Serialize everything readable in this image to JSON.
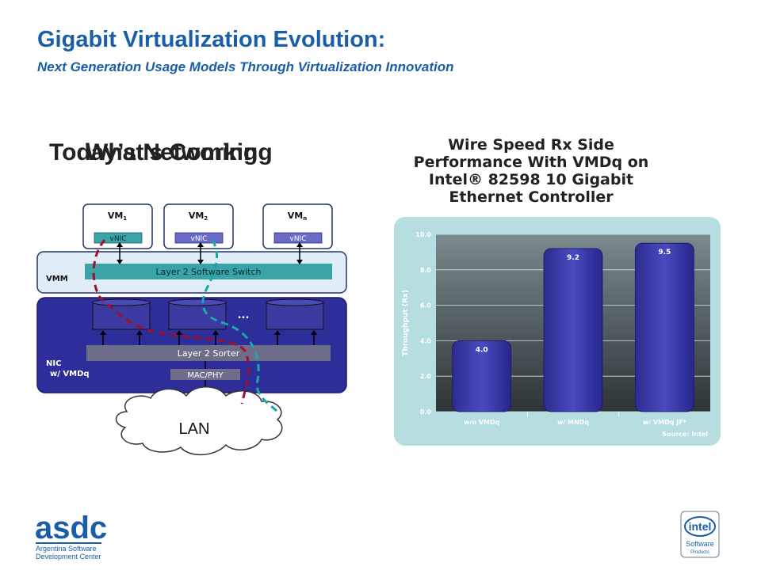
{
  "header": {
    "title": "Gigabit Virtualization Evolution:",
    "subtitle": "Next Generation Usage Models Through Virtualization Innovation"
  },
  "overlay_titles": {
    "back": "Today’s Networking",
    "front": "What’s Coming"
  },
  "diagram": {
    "vms": [
      {
        "name": "VM",
        "sub": "1",
        "vnic": "vNIC"
      },
      {
        "name": "VM",
        "sub": "2",
        "vnic": "vNIC"
      },
      {
        "name": "VM",
        "sub": "n",
        "vnic": "vNIC"
      }
    ],
    "vmm_label": "VMM",
    "switch_label": "Layer 2 Software Switch",
    "nic_label_1": "NIC",
    "nic_label_2": "w/ VMDq",
    "ellipsis": "...",
    "sorter_label": "Layer 2 Sorter",
    "macphy_label": "MAC/PHY",
    "lan_label": "LAN",
    "colors": {
      "nic_blue": "#2e2e9a",
      "teal": "#3aa3a8",
      "dash_red": "#a0102a",
      "dash_teal": "#1aa8a8"
    }
  },
  "chart_title": "Wire Speed Rx Side Performance With VMDq on Intel® 82598 10 Gigabit Ethernet Controller",
  "chart_data": {
    "type": "bar",
    "categories": [
      "w/o VMDq",
      "w/ MNDq",
      "w/ VMDq JF*"
    ],
    "values": [
      4.0,
      9.2,
      9.5
    ],
    "value_labels": [
      "4.0",
      "9.2",
      "9.5"
    ],
    "ylabel": "Throughput (Rx)",
    "yticks": [
      "0.0",
      "2.0",
      "4.0",
      "6.0",
      "8.0",
      "10.0"
    ],
    "ylim": [
      0,
      10
    ],
    "grid": true,
    "source": "Source: Intel",
    "colors": {
      "bar": "#3a3aa8",
      "panel": "#b6dde0"
    }
  },
  "logos": {
    "asdc": {
      "name": "asdc",
      "line1": "Argentina Software",
      "line2": "Development Center"
    },
    "intel": {
      "name": "intel",
      "line1": "Software",
      "line2": "Products"
    }
  }
}
